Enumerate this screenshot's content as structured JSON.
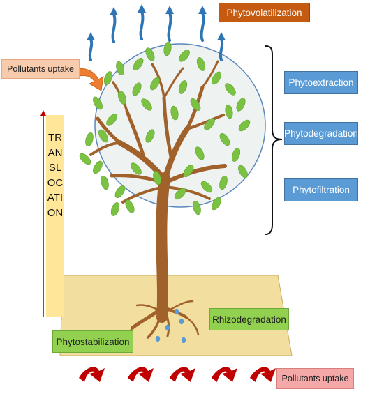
{
  "labels": {
    "phytovolatilization": "Phytovolatilization",
    "phytoextraction": "Phytoextraction",
    "phytodegradation": "Phytodegradation",
    "phytofiltration": "Phytofiltration",
    "pollutants_uptake_top": "Pollutants uptake",
    "pollutants_uptake_bottom": "Pollutants uptake",
    "rhizodegradation": "Rhizodegradation",
    "phytostabilization": "Phytostabilization",
    "translocation": "TRANSLOCATION"
  },
  "colors": {
    "phytovolatilization_box": "#c55a11",
    "mechanism_box": "#5b9bd5",
    "pollutants_uptake_top_box": "#f8cbad",
    "pollutants_uptake_bottom_box": "#f4a9a8",
    "root_zone_box": "#92d050",
    "translocation_box": "#ffe699",
    "soil": "#f2dfa0",
    "trunk": "#a0612b",
    "leaf": "#7cc242",
    "canopy_outline": "#5b87bf",
    "vapor_arrow": "#2e75b6",
    "uptake_arrow": "#c00000",
    "translocation_arrow": "#c00000",
    "droplet": "#5b9bd5"
  }
}
